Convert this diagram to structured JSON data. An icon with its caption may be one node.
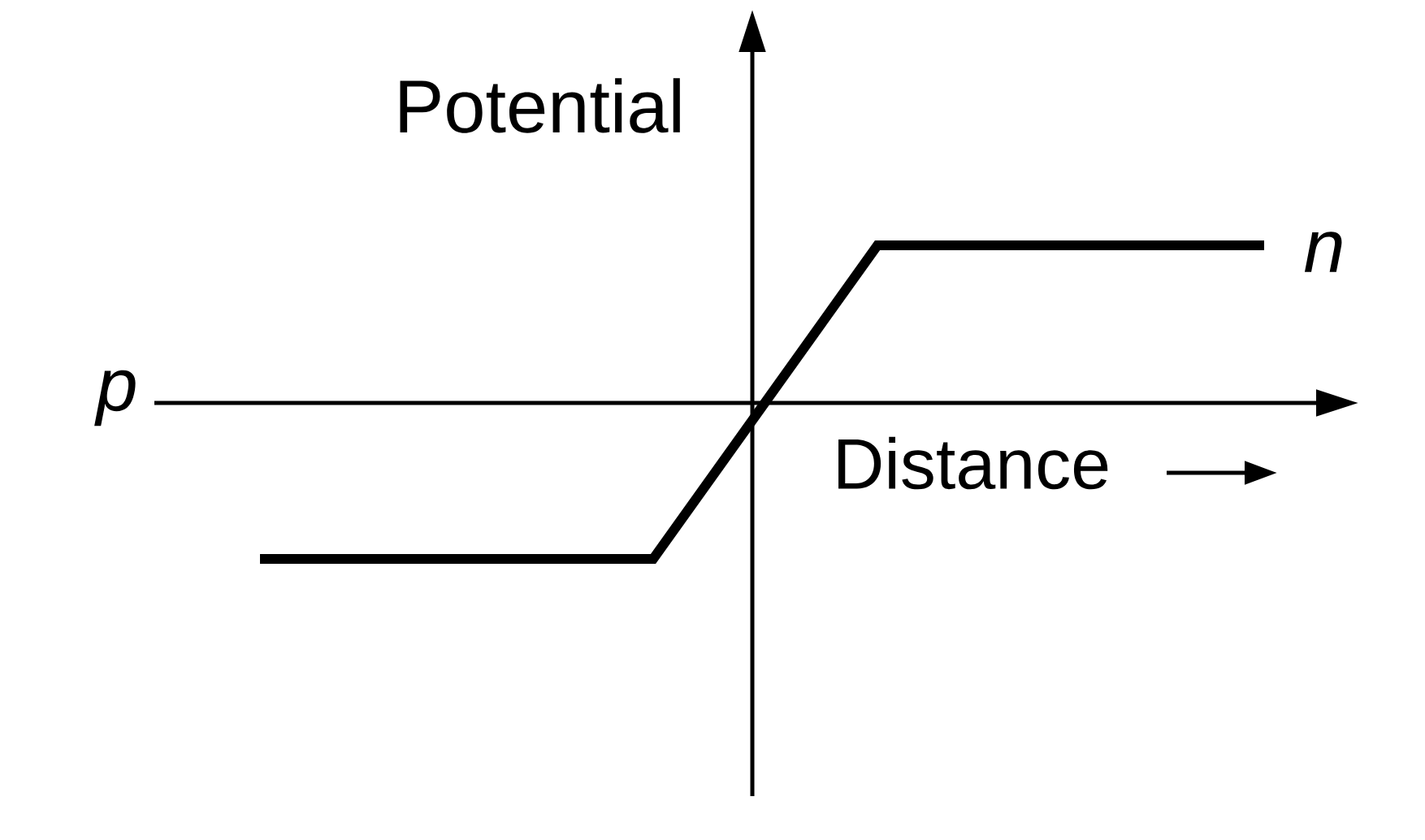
{
  "diagram": {
    "labels": [
      "Potential",
      "p",
      "n",
      "Distance"
    ]
  }
}
